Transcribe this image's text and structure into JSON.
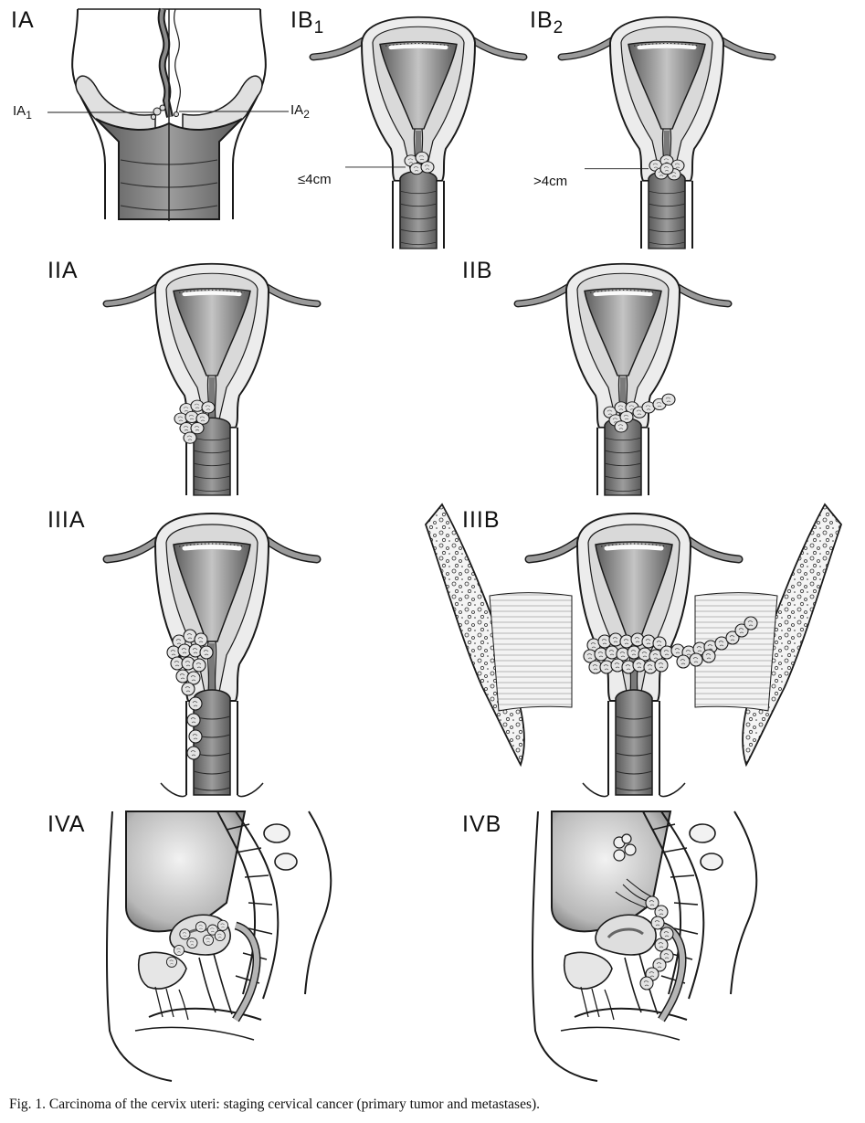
{
  "panels": {
    "ia": {
      "label": "IA",
      "callout_left": "IA",
      "callout_left_sub": "1",
      "callout_right": "IA",
      "callout_right_sub": "2"
    },
    "ib1": {
      "label": "IB",
      "label_sub": "1",
      "callout": "≤4cm"
    },
    "ib2": {
      "label": "IB",
      "label_sub": "2",
      "callout": ">4cm"
    },
    "iia": {
      "label": "IIA"
    },
    "iib": {
      "label": "IIB"
    },
    "iiia": {
      "label": "IIIA"
    },
    "iiib": {
      "label": "IIIB"
    },
    "iva": {
      "label": "IVA"
    },
    "ivb": {
      "label": "IVB"
    }
  },
  "caption": "Fig. 1. Carcinoma of the cervix uteri: staging cervical cancer (primary tumor and metastases).",
  "colors": {
    "ink": "#1a1a1a",
    "light_tissue": "#e9e9e9",
    "mid_tissue": "#a9a9a9",
    "dark_tissue": "#6f6f6f",
    "tumor": "#e3e3e3"
  }
}
